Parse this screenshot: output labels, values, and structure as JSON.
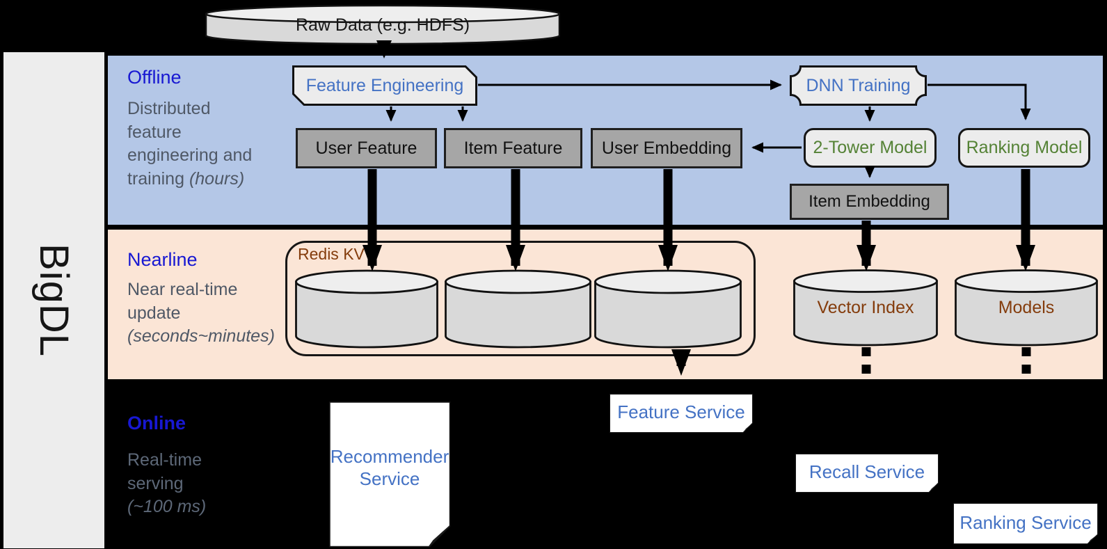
{
  "sidebar": {
    "label": "BigDL"
  },
  "colors": {
    "background": "#000000",
    "band_offline": "#b4c7e7",
    "band_nearline": "#fbe5d6",
    "sidebar": "#ededed",
    "node_light": "#ececec",
    "node_dark": "#a6a6a6",
    "cylinder_body": "#d9d9d9",
    "cylinder_top": "#eeeeee",
    "text_blue": "#4472c4",
    "text_green": "#548235",
    "text_brown": "#843c0c",
    "label_blue": "#1818d2",
    "subtitle_gray": "#4f5866",
    "service_bg": "#ffffff"
  },
  "source": {
    "raw_data_label": "Raw Data (e.g. HDFS)"
  },
  "offline": {
    "label": "Offline",
    "subtitle_lines": [
      "Distributed",
      "feature",
      "engineering and"
    ],
    "subtitle_last": "training",
    "note": "(hours)",
    "feature_engineering": "Feature Engineering",
    "dnn_training": "DNN Training",
    "user_feature": "User Feature",
    "item_feature": "Item Feature",
    "user_embedding": "User Embedding",
    "two_tower_model": "2-Tower Model",
    "ranking_model": "Ranking Model",
    "item_embedding": "Item Embedding"
  },
  "nearline": {
    "label": "Nearline",
    "subtitle_lines": [
      "Near real-time",
      "update"
    ],
    "note": "(seconds~minutes)",
    "redis_kv": "Redis KV",
    "vector_index": "Vector Index",
    "models": "Models"
  },
  "online": {
    "label": "Online",
    "subtitle_lines": [
      "Real-time",
      "serving"
    ],
    "note": "(~100 ms)",
    "recommender_service": "Recommender Service",
    "feature_service": "Feature Service",
    "recall_service": "Recall Service",
    "ranking_service": "Ranking Service"
  }
}
